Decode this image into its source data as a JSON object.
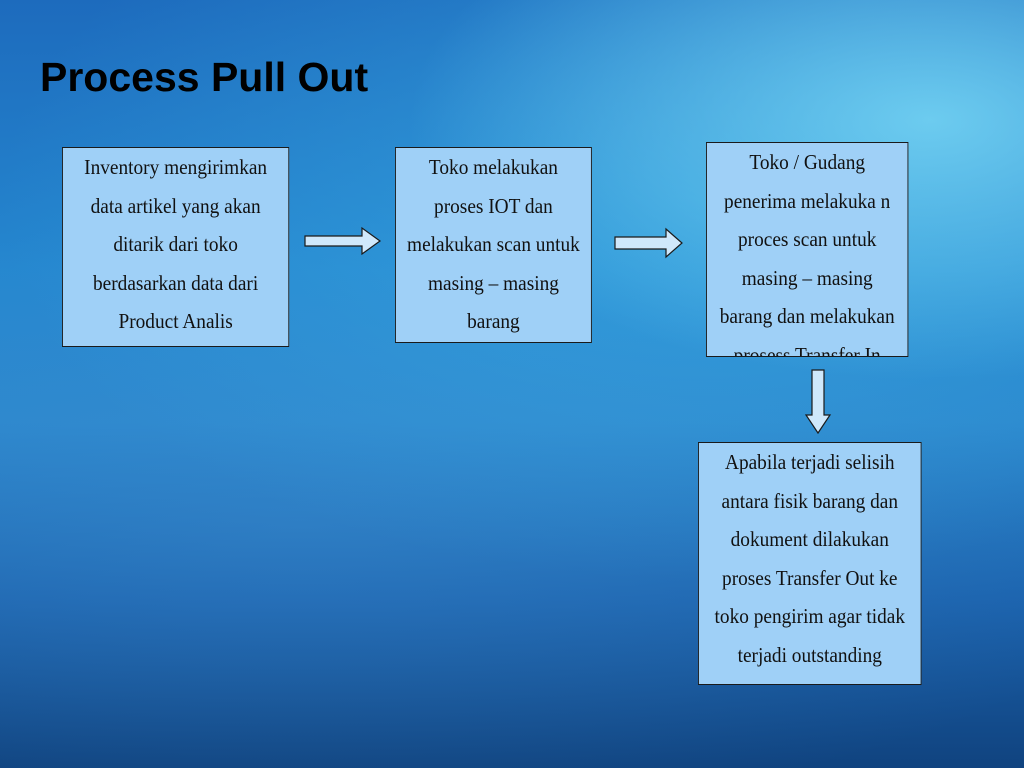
{
  "slide": {
    "title": "Process Pull Out"
  },
  "flow": {
    "steps": [
      {
        "lines": [
          "Inventory mengirimkan",
          "data artikel yang akan",
          "ditarik dari toko",
          "berdasarkan data dari",
          "Product Analis"
        ]
      },
      {
        "lines": [
          "Toko melakukan",
          "proses IOT dan",
          "melakukan scan untuk",
          "masing  – masing",
          "barang"
        ]
      },
      {
        "lines": [
          "Toko / Gudang",
          "penerima melakuka n",
          "proces scan untuk",
          "masing  – masing",
          "barang dan melakukan",
          "prosess Transfer In"
        ]
      },
      {
        "lines": [
          "Apabila terjadi selisih",
          "antara fisik barang dan",
          "dokument dilakukan",
          "proses Transfer Out ke",
          "toko pengirim agar tidak",
          "terjadi outstanding"
        ]
      }
    ],
    "colors": {
      "box_fill": "#9fd0f7",
      "arrow_fill": "#cfe8fb",
      "border": "#1a1a1a"
    }
  }
}
